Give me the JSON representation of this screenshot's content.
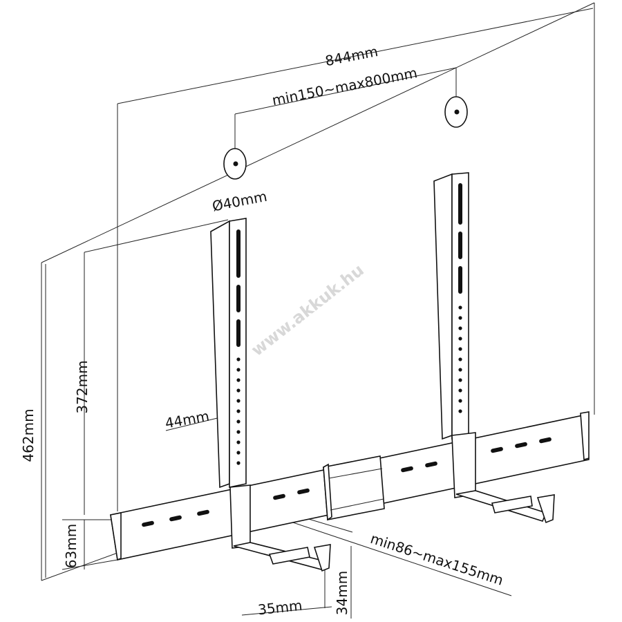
{
  "dimensions": {
    "overall_width": "844mm",
    "vertical_spacing": "min150~max800mm",
    "disc_diameter": "Ø40mm",
    "total_height": "462mm",
    "upright_height": "372mm",
    "upright_width": "44mm",
    "bar_height": "63mm",
    "arm_depth": "min86~max155mm",
    "lip_width": "35mm",
    "lip_height": "34mm"
  },
  "watermark": "www.akkuk.hu",
  "colors": {
    "line": "#111111",
    "background": "#ffffff",
    "watermark": "#d8d8d8"
  }
}
